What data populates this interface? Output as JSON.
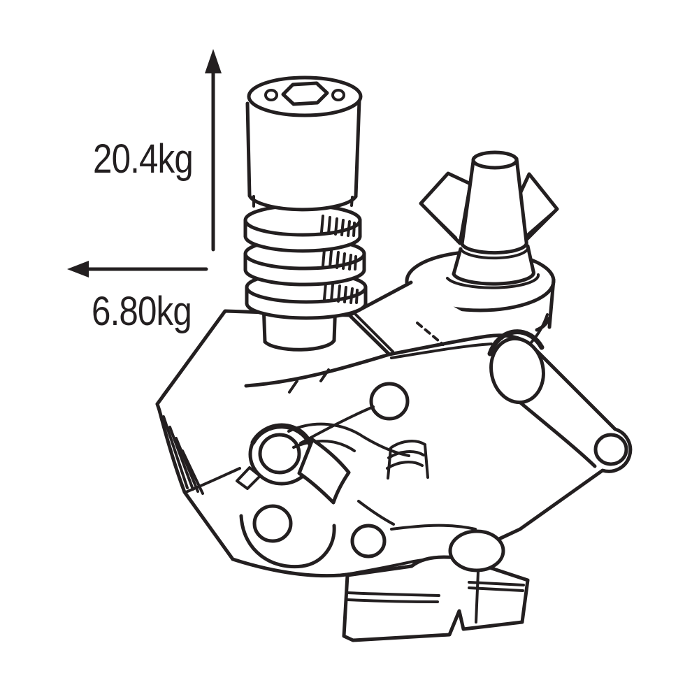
{
  "page": {
    "background_color": "#ffffff",
    "ink_color": "#231f20",
    "figure_kind": "technical line drawing of a super clamp with hex stud adapter"
  },
  "annotations": {
    "vertical_load": {
      "label": "20.4kg",
      "arrow_direction": "up"
    },
    "horizontal_load": {
      "label": "6.80kg",
      "arrow_direction": "left"
    }
  },
  "figure_parts": [
    "hex-socket-stud-adapter",
    "knurled-rings",
    "wing-nut",
    "mounting-boss",
    "clamp-body",
    "upper-jaw-arm",
    "pivot-bolt-head",
    "link-arm",
    "lower-jaw",
    "coil-spring",
    "hex-handle-bar"
  ]
}
